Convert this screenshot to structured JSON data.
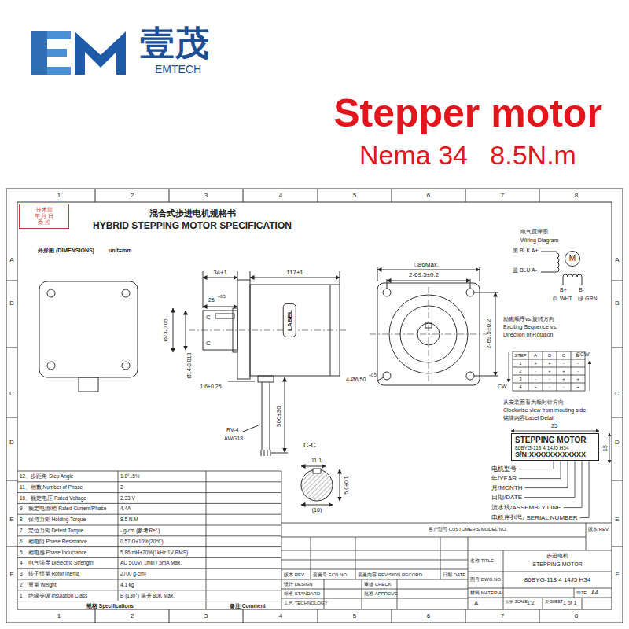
{
  "diagram": {
    "title": "Stepper motor",
    "nodes": [
      {
        "text": [
          "技术部",
          "年 月 日",
          "受 控"
        ]
      },
      {
        "text": [
          "LABEL"
        ]
      },
      {
        "text": [
          "M"
        ]
      },
      {
        "text": [
          "STEPPING MOTOR",
          "86BYG-118 4 14J5 H34",
          "S/N:XXXXXXXXXXXX"
        ]
      }
    ],
    "labels": [
      "壹茂",
      "EMTECH",
      "Nema 34   8.5N.m",
      "1",
      "2",
      "3",
      "4",
      "5",
      "6",
      "7",
      "8",
      "1",
      "2",
      "3",
      "4",
      "5",
      "6",
      "7",
      "8",
      "A",
      "B",
      "C",
      "D",
      "E",
      "F",
      "A",
      "B",
      "C",
      "D",
      "E",
      "F",
      "混合式步进电机规格书",
      "HYBRID STEPPING MOTOR SPECIFICATION",
      "外形图 (DIMENSIONS)",
      "unit=mm",
      "34±1",
      "117±1",
      "25",
      "+0.5",
      "Ø73-0.05",
      "Ø14-0.013",
      "1.6±0.25",
      "RV-4",
      "AWG18",
      "500±30",
      "C",
      "C",
      "□86Max.",
      "2-69.5±0.2",
      "2-69.5±0.2",
      "4-Ø6.50",
      "+0.5",
      "C-C",
      "11.1",
      "(16)",
      "5.0±0.1",
      "电气原理图",
      "Wiring Diagram",
      "黑 BLK A+",
      "蓝 BLU A-",
      "B+",
      "B-",
      "白 WHT",
      "绿 GRN",
      "励磁顺序vs.旋转方向",
      "Exciting Sequence vs.",
      "Direction of Rotation",
      "CCW",
      "CW",
      "STEP",
      "A",
      "B",
      "C",
      "D",
      "1",
      "+",
      "+",
      "-",
      "-",
      "2",
      "-",
      "+",
      "+",
      "-",
      "3",
      "-",
      "-",
      "+",
      "+",
      "4",
      "+",
      "-",
      "-",
      "+",
      "从安装面看为顺时针方向",
      "Clockwise view from mouting side",
      "铭牌内容Label Detail",
      "25",
      "15",
      "电机型号",
      "年/YEAR",
      "月/MONTH",
      "日期/DATE",
      "流水线/ASSEMBLY LINE",
      "电机序列号/ SERIAL NUMBER",
      "12、步距角 Step Angle",
      "1.8°±5%",
      "11、相数 Number of Phase",
      "2",
      "10、额定电压 Rated Voltage",
      "2.33 V",
      "9、额定电流/相 Rated Current/Phase",
      "4.4A",
      "8、保持力矩 Holding Torque",
      "8.5 N.M",
      "7、定位力矩 Detent Torque",
      "- g-cm (参考Ref.)",
      "6、相电阻 Phase Resistance",
      "0.57 Ω±10%(20℃)",
      "5、相电感 Phase Inductance",
      "5.86 mH±20%(1kHz 1V RMS)",
      "4、电气强度 Dielectric Strength",
      "AC 500V/ 1min / 5mA Max.",
      "3、转子惯量 Rotor Inertia",
      "2700 g-cm²",
      "2、重量 Weight",
      "4.1 kg",
      "1、绝缘等级 Insulation Class",
      "B (130°) 温升 80K Max.",
      "规格 Specifications",
      "备注 Comment",
      "客户型号 CUSTOMER'S MODEL NO.",
      "版本 REV.",
      "版本 REV.",
      "变更号 ECN NO.",
      "变更内容 REVISION RECORD",
      "日期 DATE",
      "设计 DESIGN",
      "标准 STANDARD",
      "工艺 TECHNOLOGY",
      "审核 CHECK",
      "批准 APPROVE",
      "名称 TITLE",
      "步进电机",
      "STEPPING MOTOR",
      "图号 DWG.NO.",
      "86BYG-118 4 14J5 H34",
      "材料 MATERIAL",
      "A",
      "比例 SCALE",
      "1:2",
      "页 SHEET",
      "1 of 1",
      "SIZE",
      "A4"
    ]
  }
}
